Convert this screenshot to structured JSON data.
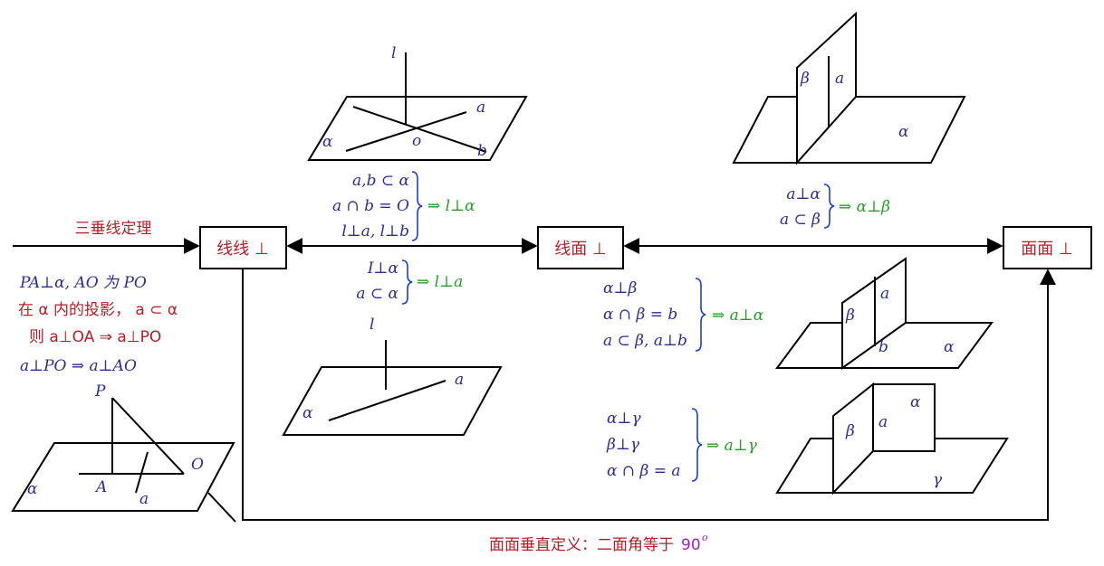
{
  "boxes": {
    "line_line": "线线 ⊥",
    "line_plane": "线面 ⊥",
    "plane_plane": "面面 ⊥"
  },
  "three_perp_theorem": "三垂线定理",
  "bottom_caption": {
    "text": "面面垂直定义：二面角等于",
    "value": "90",
    "sup": "o"
  },
  "fig_ll": {
    "l": "l",
    "a": "a",
    "b": "b",
    "o": "o",
    "alpha": "α"
  },
  "cond_ll_to_lp": {
    "lines": [
      "a,b ⊂ α",
      "a ∩ b = O",
      "l⊥a, l⊥b"
    ],
    "result": "⇒ l⊥α"
  },
  "cond_lp_to_ll": {
    "lines": [
      "I⊥α",
      "a ⊂ α"
    ],
    "result": "⇒ l⊥a"
  },
  "fig_lp": {
    "l": "l",
    "a": "a",
    "alpha": "α"
  },
  "left_text": {
    "line1": "PA⊥α, AO 为 PO",
    "line2": "在 α 内的投影， a ⊂ α",
    "line3": "则 a⊥OA ⇒ a⊥PO",
    "line4": "a⊥PO ⇒ a⊥AO"
  },
  "fig_tri": {
    "P": "P",
    "A": "A",
    "O": "O",
    "a": "a",
    "alpha": "α"
  },
  "fig_pp_top": {
    "beta": "β",
    "a": "a",
    "alpha": "α"
  },
  "cond_lp_to_pp": {
    "lines": [
      "a⊥α",
      "a ⊂ β"
    ],
    "result": "⇒ α⊥β"
  },
  "cond_pp_to_lp1": {
    "lines": [
      "α⊥β",
      "α ∩ β = b",
      "a ⊂ β, a⊥b"
    ],
    "result": "⇒ a⊥α"
  },
  "fig_pp_mid": {
    "beta": "β",
    "a": "a",
    "b": "b",
    "alpha": "α"
  },
  "cond_pp_to_lp2": {
    "lines": [
      "α⊥γ",
      "β⊥γ",
      "α ∩ β = a"
    ],
    "result": "⇒ a⊥γ"
  },
  "fig_pp_bot": {
    "beta": "β",
    "a": "a",
    "alpha": "α",
    "gamma": "γ"
  }
}
